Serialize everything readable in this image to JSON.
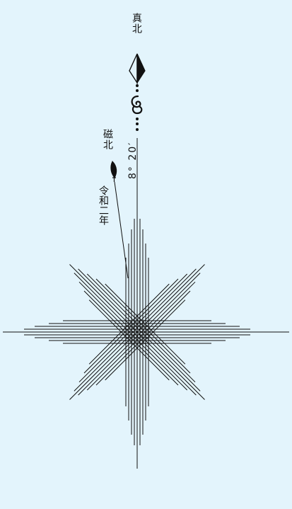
{
  "labels": {
    "true_north": "真北",
    "magnetic_north": "磁北",
    "declination": "8° 20′",
    "era": "令和二年"
  },
  "colors": {
    "background": "#e3f4fc",
    "ink": "#111111"
  },
  "icons": {
    "true_north": "diamond-needle-icon",
    "ornament": "scroll-ornament-icon",
    "magnetic_north": "magnetic-needle-icon",
    "rose": "eight-point-line-compass-rose"
  }
}
